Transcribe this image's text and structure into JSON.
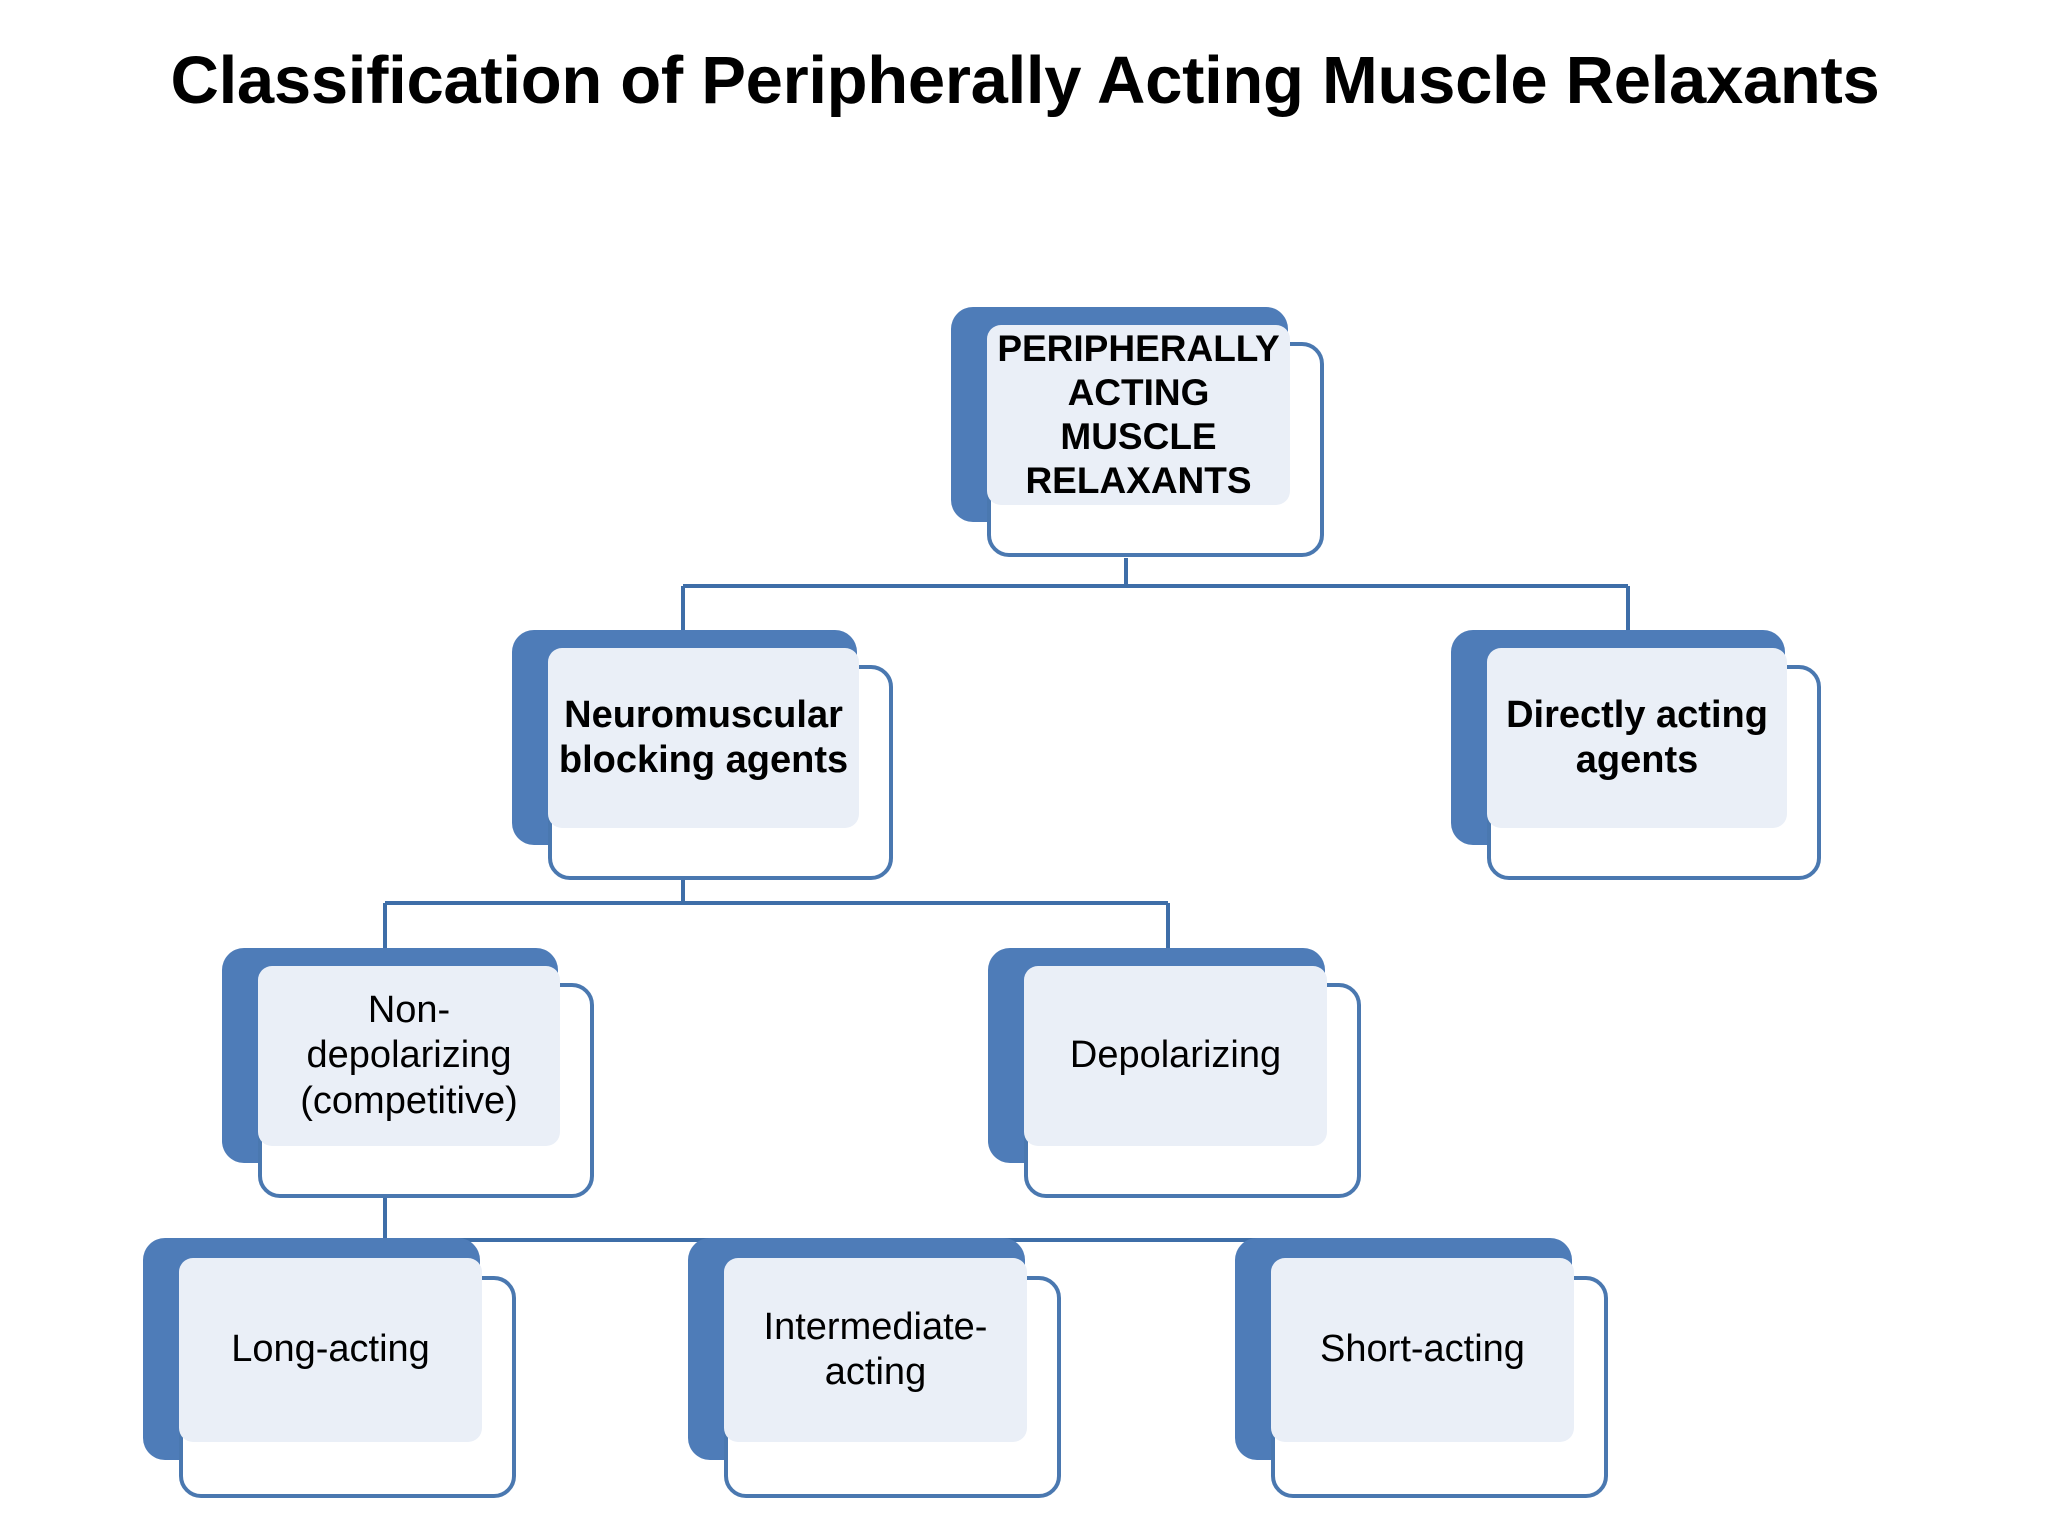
{
  "title": "Classification of Peripherally Acting Muscle Relaxants",
  "colors": {
    "shadow_blue": "#4e7cb8",
    "outline_blue": "#4a78b0",
    "plate_fill": "#eaeff7",
    "connector": "#3e6ea8",
    "text": "#000000",
    "background": "#ffffff"
  },
  "diagram": {
    "type": "tree",
    "levels": 4,
    "nodes": [
      {
        "id": "root",
        "label": "PERIPHERALLY ACTING MUSCLE RELAXANTS",
        "level": 1,
        "bold": true,
        "parent": null
      },
      {
        "id": "nmba",
        "label": "Neuromuscular blocking agents",
        "level": 2,
        "bold": true,
        "parent": "root"
      },
      {
        "id": "direct",
        "label": "Directly acting agents",
        "level": 2,
        "bold": true,
        "parent": "root"
      },
      {
        "id": "nondepol",
        "label": "Non-depolarizing (competitive)",
        "level": 3,
        "bold": false,
        "parent": "nmba"
      },
      {
        "id": "depol",
        "label": "Depolarizing",
        "level": 3,
        "bold": false,
        "parent": "nmba"
      },
      {
        "id": "long",
        "label": "Long-acting",
        "level": 4,
        "bold": false,
        "parent": "nondepol"
      },
      {
        "id": "intermediate",
        "label": "Intermediate-acting",
        "level": 4,
        "bold": false,
        "parent": "nondepol"
      },
      {
        "id": "short",
        "label": "Short-acting",
        "level": 4,
        "bold": false,
        "parent": "nondepol"
      }
    ],
    "edges": [
      {
        "from": "root",
        "to": "nmba"
      },
      {
        "from": "root",
        "to": "direct"
      },
      {
        "from": "nmba",
        "to": "nondepol"
      },
      {
        "from": "nmba",
        "to": "depol"
      },
      {
        "from": "nondepol",
        "to": "long"
      },
      {
        "from": "nondepol",
        "to": "intermediate"
      },
      {
        "from": "nondepol",
        "to": "short"
      }
    ]
  }
}
